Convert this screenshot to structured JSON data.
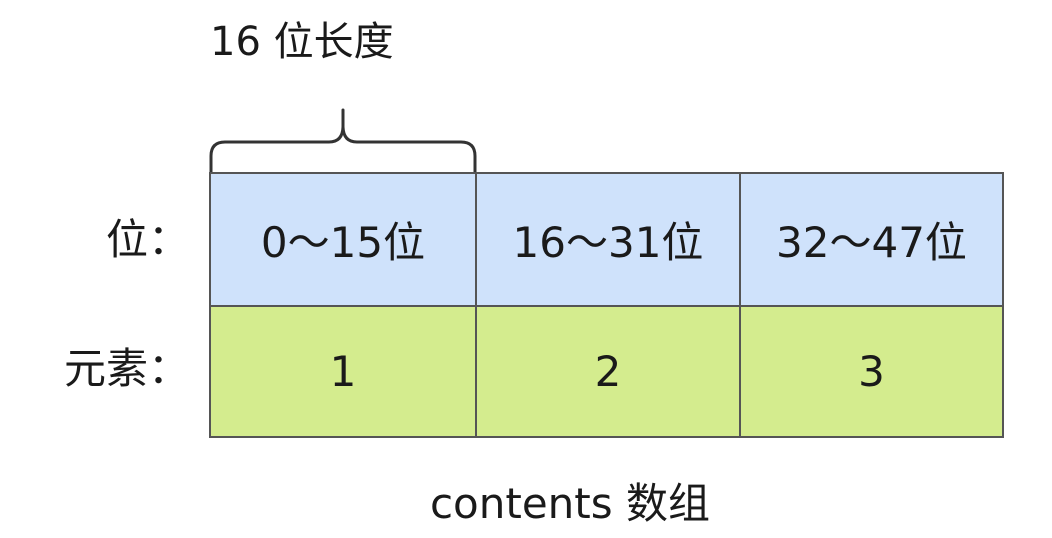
{
  "brace_label": "16 位长度",
  "row_labels": {
    "bits": "位：",
    "elements": "元素："
  },
  "bit_ranges": [
    "0～15位",
    "16～31位",
    "32～47位"
  ],
  "elements": [
    "1",
    "2",
    "3"
  ],
  "caption": "contents 数组",
  "colors": {
    "bit_row_fill": "#cfe2fb",
    "element_row_fill": "#d4ec8e",
    "border": "#555555"
  }
}
